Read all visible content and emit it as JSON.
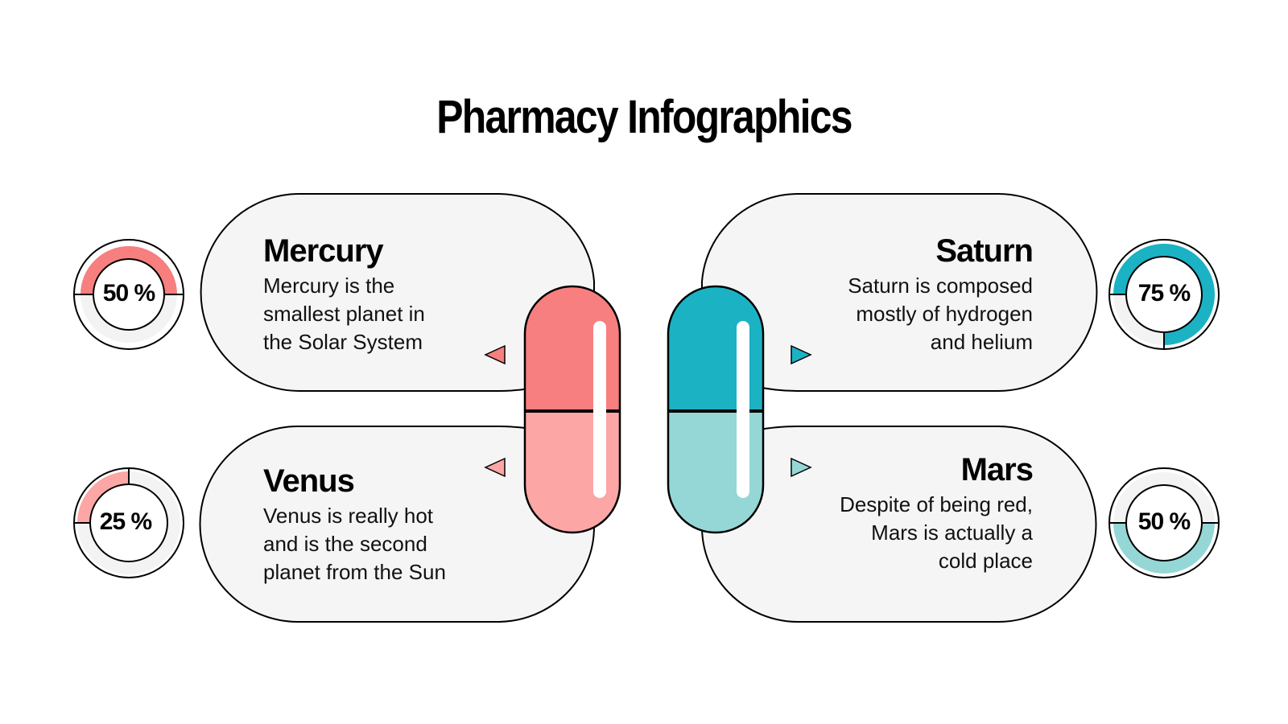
{
  "title": "Pharmacy Infographics",
  "colors": {
    "coral_dark": "#f77f7f",
    "coral_light": "#fca6a6",
    "teal_dark": "#1bb2c4",
    "teal_light": "#95d7d7",
    "card_bg": "#f5f5f5",
    "track": "#f3f3f3",
    "outline": "#000000"
  },
  "items": [
    {
      "name": "Mercury",
      "desc": "Mercury is the\nsmallest planet in\nthe Solar System",
      "percent": "50 %",
      "value": 50
    },
    {
      "name": "Venus",
      "desc": "Venus is really hot\nand is the second\nplanet from the Sun",
      "percent": "25 %",
      "value": 25
    },
    {
      "name": "Saturn",
      "desc": "Saturn is composed\nmostly of hydrogen\nand helium",
      "percent": "75 %",
      "value": 75
    },
    {
      "name": "Mars",
      "desc": "Despite of being red,\nMars is actually a\ncold place",
      "percent": "50 %",
      "value": 50
    }
  ],
  "chart_data": {
    "type": "pie",
    "title": "Pharmacy Infographics",
    "categories": [
      "Mercury",
      "Venus",
      "Saturn",
      "Mars"
    ],
    "values": [
      50,
      25,
      75,
      50
    ],
    "unit": "%"
  }
}
